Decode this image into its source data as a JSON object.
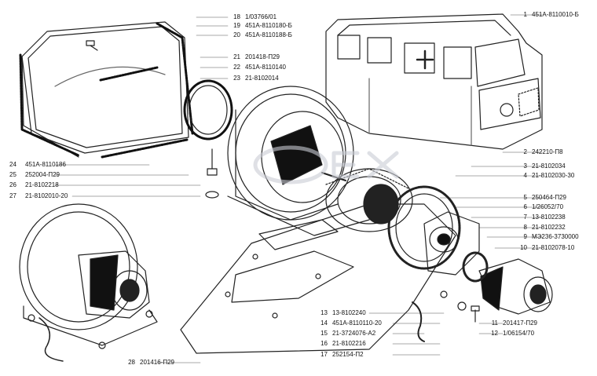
{
  "callouts_right": [
    {
      "num": "1",
      "code": "451A-8110010-Б"
    },
    {
      "num": "2",
      "code": "242210-П8"
    },
    {
      "num": "3",
      "code": "21-8102034"
    },
    {
      "num": "4",
      "code": "21-8102030-30"
    },
    {
      "num": "5",
      "code": "250464-П29"
    },
    {
      "num": "6",
      "code": "1/26052/70"
    },
    {
      "num": "7",
      "code": "13-8102238"
    },
    {
      "num": "8",
      "code": "21-8102232"
    },
    {
      "num": "9",
      "code": "МЭ236-3730000"
    },
    {
      "num": "10",
      "code": "21-8102078-10"
    }
  ],
  "callouts_top": [
    {
      "num": "18",
      "code": "1/03766/01"
    },
    {
      "num": "19",
      "code": "451A-8110180-Б"
    },
    {
      "num": "20",
      "code": "451A-8110188-Б"
    },
    {
      "num": "21",
      "code": "201418-П29"
    },
    {
      "num": "22",
      "code": "451A-8110140"
    },
    {
      "num": "23",
      "code": "21-8102014"
    }
  ],
  "callouts_left": [
    {
      "num": "24",
      "code": "451A-8110186"
    },
    {
      "num": "25",
      "code": "252004-П29"
    },
    {
      "num": "26",
      "code": "21-8102218"
    },
    {
      "num": "27",
      "code": "21-8102010-20"
    }
  ],
  "callouts_bottom_mid": [
    {
      "num": "13",
      "code": "13-8102240"
    },
    {
      "num": "14",
      "code": "451A-8110110-20"
    },
    {
      "num": "15",
      "code": "21-3724076-A2"
    },
    {
      "num": "16",
      "code": "21-8102216"
    },
    {
      "num": "17",
      "code": "252154-П2"
    }
  ],
  "callouts_bottom_right": [
    {
      "num": "11",
      "code": "201417-П29"
    },
    {
      "num": "12",
      "code": "1/06154/70"
    }
  ],
  "callout_bottom_left": {
    "num": "28",
    "code": "201416-П29"
  },
  "colors": {
    "ink": "#111111",
    "line": "#444444",
    "watermark": "#c9ccd4"
  }
}
